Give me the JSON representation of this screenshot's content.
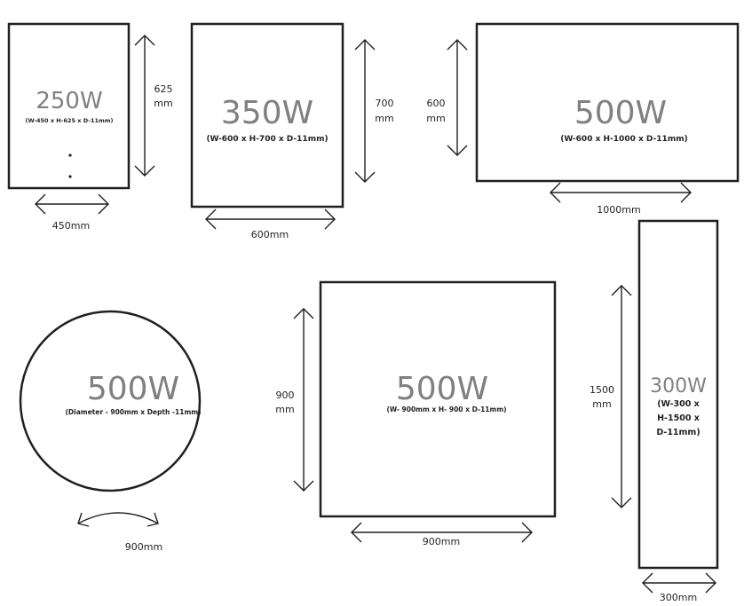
{
  "panels": [
    {
      "watt": "250W",
      "spec": "(W-450 x H-625 x D-11mm)",
      "height_label": [
        "625",
        "mm"
      ],
      "width_label": "450mm"
    },
    {
      "watt": "350W",
      "spec": "(W-600 x H-700 x D-11mm)",
      "height_label": [
        "700",
        "mm"
      ],
      "width_label": "600mm"
    },
    {
      "watt": "500W",
      "spec": "(W-600 x H-1000 x D-11mm)",
      "height_label": [
        "600",
        "mm"
      ],
      "width_label": "1000mm"
    },
    {
      "watt": "500W",
      "spec": "(Diameter - 900mm x Depth -11mm)",
      "width_label": "900mm"
    },
    {
      "watt": "500W",
      "spec": "(W- 900mm x H- 900 x D-11mm)",
      "height_label": [
        "900",
        "mm"
      ],
      "width_label": "900mm"
    },
    {
      "watt": "300W",
      "spec_lines": [
        "(W-300 x",
        "H-1500 x",
        "D-11mm)"
      ],
      "height_label": [
        "1500",
        "mm"
      ],
      "width_label": "300mm"
    }
  ]
}
